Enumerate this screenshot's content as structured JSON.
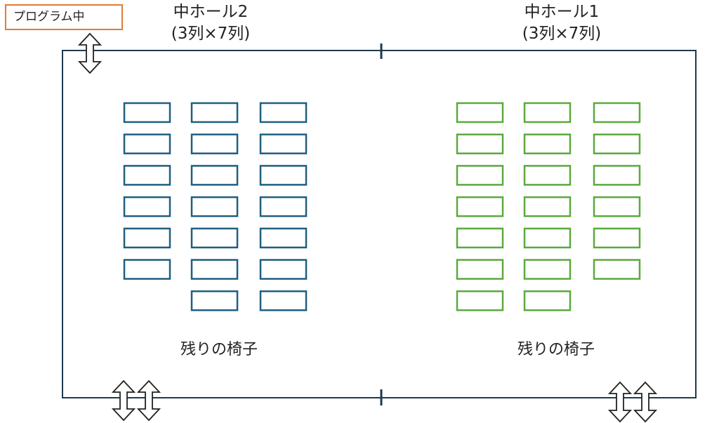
{
  "status": {
    "label": "プログラム中"
  },
  "halls": [
    {
      "name": "中ホール2",
      "capacity": "(3列×7列)",
      "remaining_label": "残りの椅子",
      "color": "#1f5f80",
      "remaining_chairs_per_column": [
        6,
        7,
        7
      ]
    },
    {
      "name": "中ホール1",
      "capacity": "(3列×7列)",
      "remaining_label": "残りの椅子",
      "color": "#5aaa3c",
      "remaining_chairs_per_column": [
        7,
        7,
        6
      ]
    }
  ],
  "colors": {
    "wall": "#1e3a4f",
    "badge_border": "#e07b39",
    "arrow": "#222222"
  },
  "icons": {
    "door": "double-arrow-icon"
  }
}
